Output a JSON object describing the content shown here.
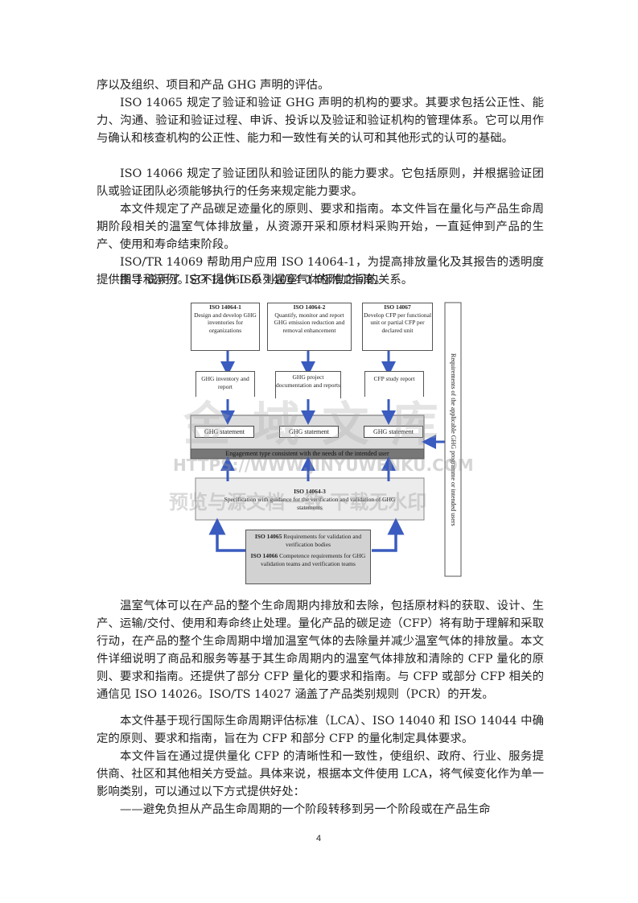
{
  "paragraphs": [
    "序以及组织、项目和产品 GHG 声明的评估。",
    "ISO 14065 规定了验证和验证 GHG 声明的机构的要求。其要求包括公正性、能力、沟通、验证和验证过程、申诉、投诉以及验证和验证机构的管理体系。它可以用作与确认和核查机构的公正性、能力和一致性有关的认可和其他形式的认可的基础。",
    "ISO 14066 规定了验证团队和验证团队的能力要求。它包括原则，并根据验证团队或验证团队必须能够执行的任务来规定能力要求。",
    "本文件规定了产品碳足迹量化的原则、要求和指南。本文件旨在量化与产品生命周期阶段相关的温室气体排放量，从资源开采和原材料采购开始，一直延伸到产品的生产、使用和寿命结束阶段。",
    "ISO/TR 14069 帮助用户应用 ISO 14064-1，为提高排放量化及其报告的透明度提供指导和示例。它不提供 ISO 14064-1 的附加指南。",
    "图 1 说明了 ISO 14060 系列温室气体标准之间的关系。"
  ],
  "paragraphs_after": [
    "温室气体可以在产品的整个生命周期内排放和去除，包括原材料的获取、设计、生产、运输/交付、使用和寿命终止处理。量化产品的碳足迹（CFP）将有助于理解和采取行动，在产品的整个生命周期中增加温室气体的去除量并减少温室气体的排放量。本文件详细说明了商品和服务等基于其生命周期内的温室气体排放和清除的 CFP 量化的原则、要求和指南。还提供了部分 CFP 量化的要求和指南。与 CFP 或部分 CFP 相关的通信见 ISO 14026。ISO/TS 14027 涵盖了产品类别规则（PCR）的开发。",
    "本文件基于现行国际生命周期评估标准（LCA）、ISO 14040 和 ISO 14044 中确定的原则、要求和指南，旨在为 CFP 和部分 CFP 的量化制定具体要求。",
    "本文件旨在通过提供量化 CFP 的清晰性和一致性，使组织、政府、行业、服务提供商、社区和其他相关方受益。具体来说，根据本文件使用 LCA，将气候变化作为单一影响类别，可以通过以下方式提供好处：",
    "——避免负担从产品生命周期的一个阶段转移到另一个阶段或在产品生命"
  ],
  "figure": {
    "box1_title": "ISO 14064-1",
    "box1_text": "Design and develop GHG inventories for organizations",
    "box2_title": "ISO 14064-2",
    "box2_text": "Quantify, monitor and report GHG emission reduction and removal enhancement",
    "box3_title": "ISO 14067",
    "box3_text": "Develop CFP per functional unit or partial CFP per declared unit",
    "doc1": "GHG inventory and report",
    "doc2": "GHG project documentation and reports",
    "doc3": "CFP study report",
    "stmt1": "GHG statement",
    "stmt2": "GHG statement",
    "stmt3": "GHG statement",
    "engagement": "Engagement type consistent with the needs of the intended user",
    "box4_title": "ISO 14064-3",
    "box4_text": "Specification with guidance for the verification and validation of GHG statements",
    "box5_title1": "ISO 14065",
    "box5_text1": "Requirements for validation and verification bodies",
    "box5_title2": "ISO 14066",
    "box5_text2": "Competence requirements for GHG validation teams and verification teams",
    "side_text": "Requirements of the applicable GHG programme or intended users"
  },
  "watermark": {
    "big": "金 域 文 库",
    "url": "HTTPS://WWW.JINYUWENKU.COM",
    "slogan": "预览与源文档一致 下载无水印"
  },
  "page_number": "4"
}
